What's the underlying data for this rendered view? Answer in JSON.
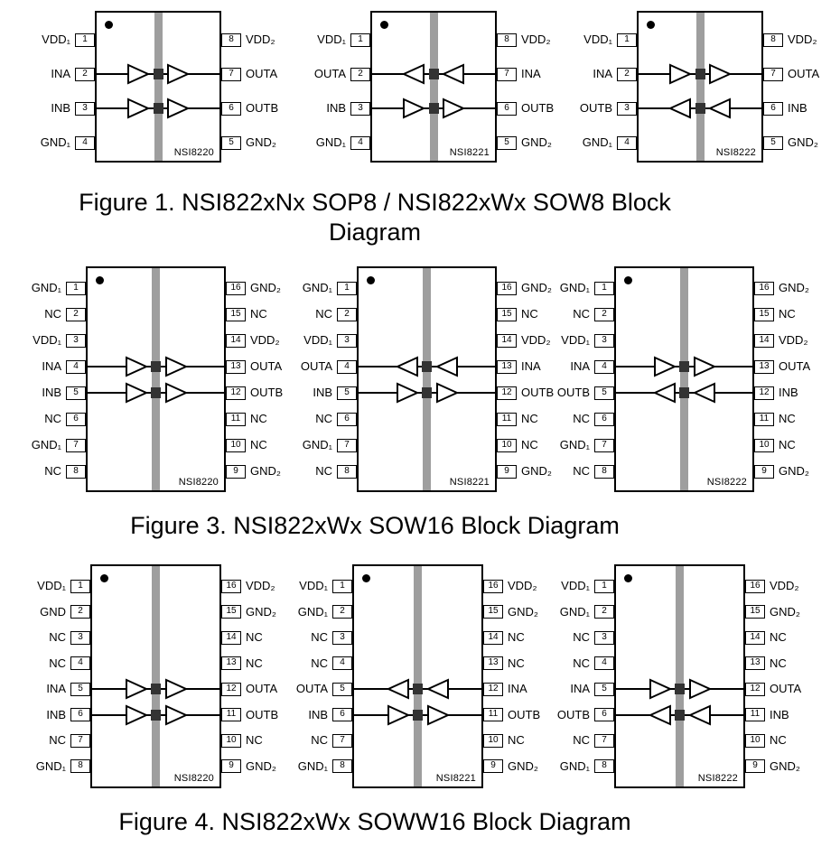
{
  "colors": {
    "barrier": "#9e9e9e",
    "barrier_mark": "#333333",
    "line": "#000000",
    "ink": "#000000",
    "background": "#ffffff"
  },
  "figures": [
    {
      "caption_lines": [
        "Figure 1. NSI822xNx SOP8 / NSI822xWx SOW8 Block",
        "Diagram"
      ],
      "chips": [
        {
          "part": "NSI8220",
          "left_pins": [
            {
              "num": "1",
              "label": "VDD₁"
            },
            {
              "num": "2",
              "label": "INA"
            },
            {
              "num": "3",
              "label": "INB"
            },
            {
              "num": "4",
              "label": "GND₁"
            }
          ],
          "right_pins": [
            {
              "num": "8",
              "label": "VDD₂"
            },
            {
              "num": "7",
              "label": "OUTA"
            },
            {
              "num": "6",
              "label": "OUTB"
            },
            {
              "num": "5",
              "label": "GND₂"
            }
          ],
          "channels": [
            {
              "row": 1,
              "dir": "right"
            },
            {
              "row": 2,
              "dir": "right"
            }
          ]
        },
        {
          "part": "NSI8221",
          "left_pins": [
            {
              "num": "1",
              "label": "VDD₁"
            },
            {
              "num": "2",
              "label": "OUTA"
            },
            {
              "num": "3",
              "label": "INB"
            },
            {
              "num": "4",
              "label": "GND₁"
            }
          ],
          "right_pins": [
            {
              "num": "8",
              "label": "VDD₂"
            },
            {
              "num": "7",
              "label": "INA"
            },
            {
              "num": "6",
              "label": "OUTB"
            },
            {
              "num": "5",
              "label": "GND₂"
            }
          ],
          "channels": [
            {
              "row": 1,
              "dir": "left"
            },
            {
              "row": 2,
              "dir": "right"
            }
          ]
        },
        {
          "part": "NSI8222",
          "left_pins": [
            {
              "num": "1",
              "label": "VDD₁"
            },
            {
              "num": "2",
              "label": "INA"
            },
            {
              "num": "3",
              "label": "OUTB"
            },
            {
              "num": "4",
              "label": "GND₁"
            }
          ],
          "right_pins": [
            {
              "num": "8",
              "label": "VDD₂"
            },
            {
              "num": "7",
              "label": "OUTA"
            },
            {
              "num": "6",
              "label": "INB"
            },
            {
              "num": "5",
              "label": "GND₂"
            }
          ],
          "channels": [
            {
              "row": 1,
              "dir": "right"
            },
            {
              "row": 2,
              "dir": "left"
            }
          ]
        }
      ]
    },
    {
      "caption_lines": [
        "Figure 3. NSI822xWx SOW16 Block Diagram"
      ],
      "chips": [
        {
          "part": "NSI8220",
          "left_pins": [
            {
              "num": "1",
              "label": "GND₁"
            },
            {
              "num": "2",
              "label": "NC"
            },
            {
              "num": "3",
              "label": "VDD₁"
            },
            {
              "num": "4",
              "label": "INA"
            },
            {
              "num": "5",
              "label": "INB"
            },
            {
              "num": "6",
              "label": "NC"
            },
            {
              "num": "7",
              "label": "GND₁"
            },
            {
              "num": "8",
              "label": "NC"
            }
          ],
          "right_pins": [
            {
              "num": "16",
              "label": "GND₂"
            },
            {
              "num": "15",
              "label": "NC"
            },
            {
              "num": "14",
              "label": "VDD₂"
            },
            {
              "num": "13",
              "label": "OUTA"
            },
            {
              "num": "12",
              "label": "OUTB"
            },
            {
              "num": "11",
              "label": "NC"
            },
            {
              "num": "10",
              "label": "NC"
            },
            {
              "num": "9",
              "label": "GND₂"
            }
          ],
          "channels": [
            {
              "row": 3,
              "dir": "right"
            },
            {
              "row": 4,
              "dir": "right"
            }
          ]
        },
        {
          "part": "NSI8221",
          "left_pins": [
            {
              "num": "1",
              "label": "GND₁"
            },
            {
              "num": "2",
              "label": "NC"
            },
            {
              "num": "3",
              "label": "VDD₁"
            },
            {
              "num": "4",
              "label": "OUTA"
            },
            {
              "num": "5",
              "label": "INB"
            },
            {
              "num": "6",
              "label": "NC"
            },
            {
              "num": "7",
              "label": "GND₁"
            },
            {
              "num": "8",
              "label": "NC"
            }
          ],
          "right_pins": [
            {
              "num": "16",
              "label": "GND₂"
            },
            {
              "num": "15",
              "label": "NC"
            },
            {
              "num": "14",
              "label": "VDD₂"
            },
            {
              "num": "13",
              "label": "INA"
            },
            {
              "num": "12",
              "label": "OUTB"
            },
            {
              "num": "11",
              "label": "NC"
            },
            {
              "num": "10",
              "label": "NC"
            },
            {
              "num": "9",
              "label": "GND₂"
            }
          ],
          "channels": [
            {
              "row": 3,
              "dir": "left"
            },
            {
              "row": 4,
              "dir": "right"
            }
          ]
        },
        {
          "part": "NSI8222",
          "left_pins": [
            {
              "num": "1",
              "label": "GND₁"
            },
            {
              "num": "2",
              "label": "NC"
            },
            {
              "num": "3",
              "label": "VDD₁"
            },
            {
              "num": "4",
              "label": "INA"
            },
            {
              "num": "5",
              "label": "OUTB"
            },
            {
              "num": "6",
              "label": "NC"
            },
            {
              "num": "7",
              "label": "GND₁"
            },
            {
              "num": "8",
              "label": "NC"
            }
          ],
          "right_pins": [
            {
              "num": "16",
              "label": "GND₂"
            },
            {
              "num": "15",
              "label": "NC"
            },
            {
              "num": "14",
              "label": "VDD₂"
            },
            {
              "num": "13",
              "label": "OUTA"
            },
            {
              "num": "12",
              "label": "INB"
            },
            {
              "num": "11",
              "label": "NC"
            },
            {
              "num": "10",
              "label": "NC"
            },
            {
              "num": "9",
              "label": "GND₂"
            }
          ],
          "channels": [
            {
              "row": 3,
              "dir": "right"
            },
            {
              "row": 4,
              "dir": "left"
            }
          ]
        }
      ]
    },
    {
      "caption_lines": [
        "Figure 4. NSI822xWx SOWW16 Block Diagram"
      ],
      "chips": [
        {
          "part": "NSI8220",
          "left_pins": [
            {
              "num": "1",
              "label": "VDD₁"
            },
            {
              "num": "2",
              "label": "GND"
            },
            {
              "num": "3",
              "label": "NC"
            },
            {
              "num": "4",
              "label": "NC"
            },
            {
              "num": "5",
              "label": "INA"
            },
            {
              "num": "6",
              "label": "INB"
            },
            {
              "num": "7",
              "label": "NC"
            },
            {
              "num": "8",
              "label": "GND₁"
            }
          ],
          "right_pins": [
            {
              "num": "16",
              "label": "VDD₂"
            },
            {
              "num": "15",
              "label": "GND₂"
            },
            {
              "num": "14",
              "label": "NC"
            },
            {
              "num": "13",
              "label": "NC"
            },
            {
              "num": "12",
              "label": "OUTA"
            },
            {
              "num": "11",
              "label": "OUTB"
            },
            {
              "num": "10",
              "label": "NC"
            },
            {
              "num": "9",
              "label": "GND₂"
            }
          ],
          "channels": [
            {
              "row": 4,
              "dir": "right"
            },
            {
              "row": 5,
              "dir": "right"
            }
          ]
        },
        {
          "part": "NSI8221",
          "left_pins": [
            {
              "num": "1",
              "label": "VDD₁"
            },
            {
              "num": "2",
              "label": "GND₁"
            },
            {
              "num": "3",
              "label": "NC"
            },
            {
              "num": "4",
              "label": "NC"
            },
            {
              "num": "5",
              "label": "OUTA"
            },
            {
              "num": "6",
              "label": "INB"
            },
            {
              "num": "7",
              "label": "NC"
            },
            {
              "num": "8",
              "label": "GND₁"
            }
          ],
          "right_pins": [
            {
              "num": "16",
              "label": "VDD₂"
            },
            {
              "num": "15",
              "label": "GND₂"
            },
            {
              "num": "14",
              "label": "NC"
            },
            {
              "num": "13",
              "label": "NC"
            },
            {
              "num": "12",
              "label": "INA"
            },
            {
              "num": "11",
              "label": "OUTB"
            },
            {
              "num": "10",
              "label": "NC"
            },
            {
              "num": "9",
              "label": "GND₂"
            }
          ],
          "channels": [
            {
              "row": 4,
              "dir": "left"
            },
            {
              "row": 5,
              "dir": "right"
            }
          ]
        },
        {
          "part": "NSI8222",
          "left_pins": [
            {
              "num": "1",
              "label": "VDD₁"
            },
            {
              "num": "2",
              "label": "GND₁"
            },
            {
              "num": "3",
              "label": "NC"
            },
            {
              "num": "4",
              "label": "NC"
            },
            {
              "num": "5",
              "label": "INA"
            },
            {
              "num": "6",
              "label": "OUTB"
            },
            {
              "num": "7",
              "label": "NC"
            },
            {
              "num": "8",
              "label": "GND₁"
            }
          ],
          "right_pins": [
            {
              "num": "16",
              "label": "VDD₂"
            },
            {
              "num": "15",
              "label": "GND₂"
            },
            {
              "num": "14",
              "label": "NC"
            },
            {
              "num": "13",
              "label": "NC"
            },
            {
              "num": "12",
              "label": "OUTA"
            },
            {
              "num": "11",
              "label": "INB"
            },
            {
              "num": "10",
              "label": "NC"
            },
            {
              "num": "9",
              "label": "GND₂"
            }
          ],
          "channels": [
            {
              "row": 4,
              "dir": "right"
            },
            {
              "row": 5,
              "dir": "left"
            }
          ]
        }
      ]
    }
  ]
}
